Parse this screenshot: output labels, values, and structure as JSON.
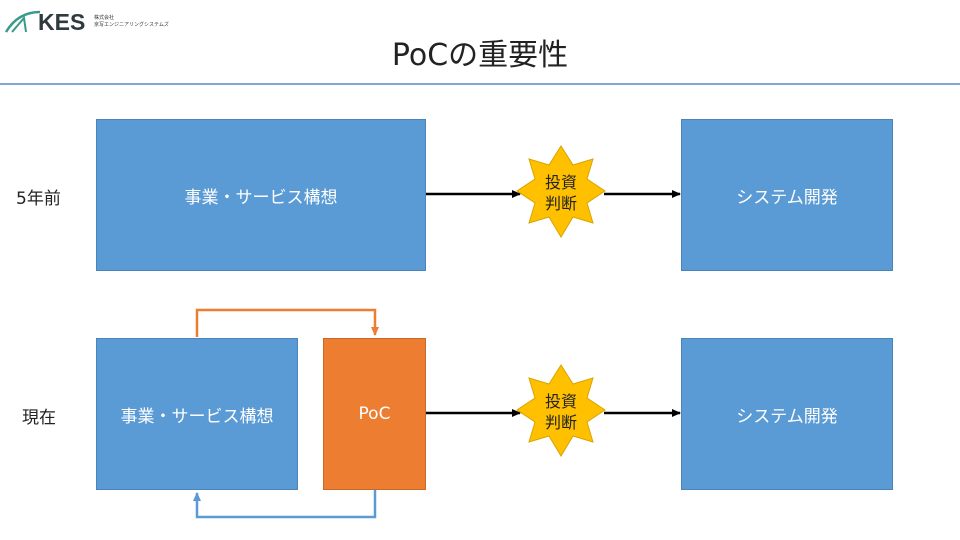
{
  "logo": {
    "brand": "KES",
    "sub_line1": "株式会社",
    "sub_line2": "京写エンジニアリングシステムズ"
  },
  "title": "PoCの重要性",
  "rows": [
    {
      "label": "5年前",
      "concept": "事業・サービス構想",
      "decision_line1": "投資",
      "decision_line2": "判断",
      "development": "システム開発"
    },
    {
      "label": "現在",
      "concept": "事業・サービス構想",
      "poc": "PoC",
      "decision_line1": "投資",
      "decision_line2": "判断",
      "development": "システム開発"
    }
  ],
  "colors": {
    "concept_box": "#5b9bd5",
    "poc_box": "#ed7d31",
    "decision_star": "#ffc000",
    "arrow": "#000000",
    "feedback_orange": "#ed7d31",
    "feedback_blue": "#5b9bd5",
    "title_rule": "#7ea6d8"
  }
}
